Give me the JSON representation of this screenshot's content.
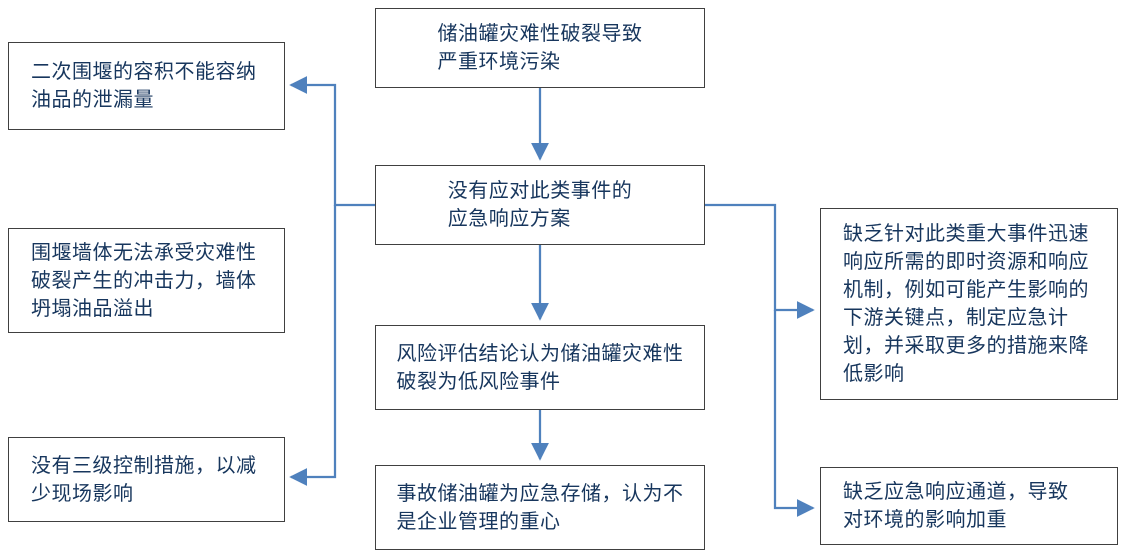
{
  "diagram": {
    "description": "fault-tree flowchart of oil storage tank catastrophic rupture consequences",
    "nodes": {
      "tank_rupture": {
        "text": "储油罐灾难性破裂导致\n严重环境污染"
      },
      "no_emergency_plan": {
        "text": "没有应对此类事件的\n应急响应方案"
      },
      "risk_assessment": {
        "text": "风险评估结论认为储油罐灾难性\n破裂为低风险事件"
      },
      "accident_tank_storage": {
        "text": "事故储油罐为应急存储，认为不\n是企业管理的重心"
      },
      "secondary_containment": {
        "text": "二次围堰的容积不能容纳\n油品的泄漏量"
      },
      "containment_wall": {
        "text": "围堰墙体无法承受灾难性\n破裂产生的冲击力，墙体\n坍塌油品溢出"
      },
      "no_tertiary_control": {
        "text": "没有三级控制措施，以减\n少现场影响"
      },
      "lack_resources": {
        "text": "缺乏针对此类重大事件迅速\n响应所需的即时资源和响应\n机制，例如可能产生影响的\n下游关键点，制定应急计\n划，并采取更多的措施来降\n低影响"
      },
      "lack_response_channel": {
        "text": "缺乏应急响应通道，导致\n对环境的影响加重"
      }
    }
  },
  "colors": {
    "arrow": "#4f81bd",
    "border": "#404040",
    "text": "#17365d",
    "bg": "#ffffff"
  }
}
